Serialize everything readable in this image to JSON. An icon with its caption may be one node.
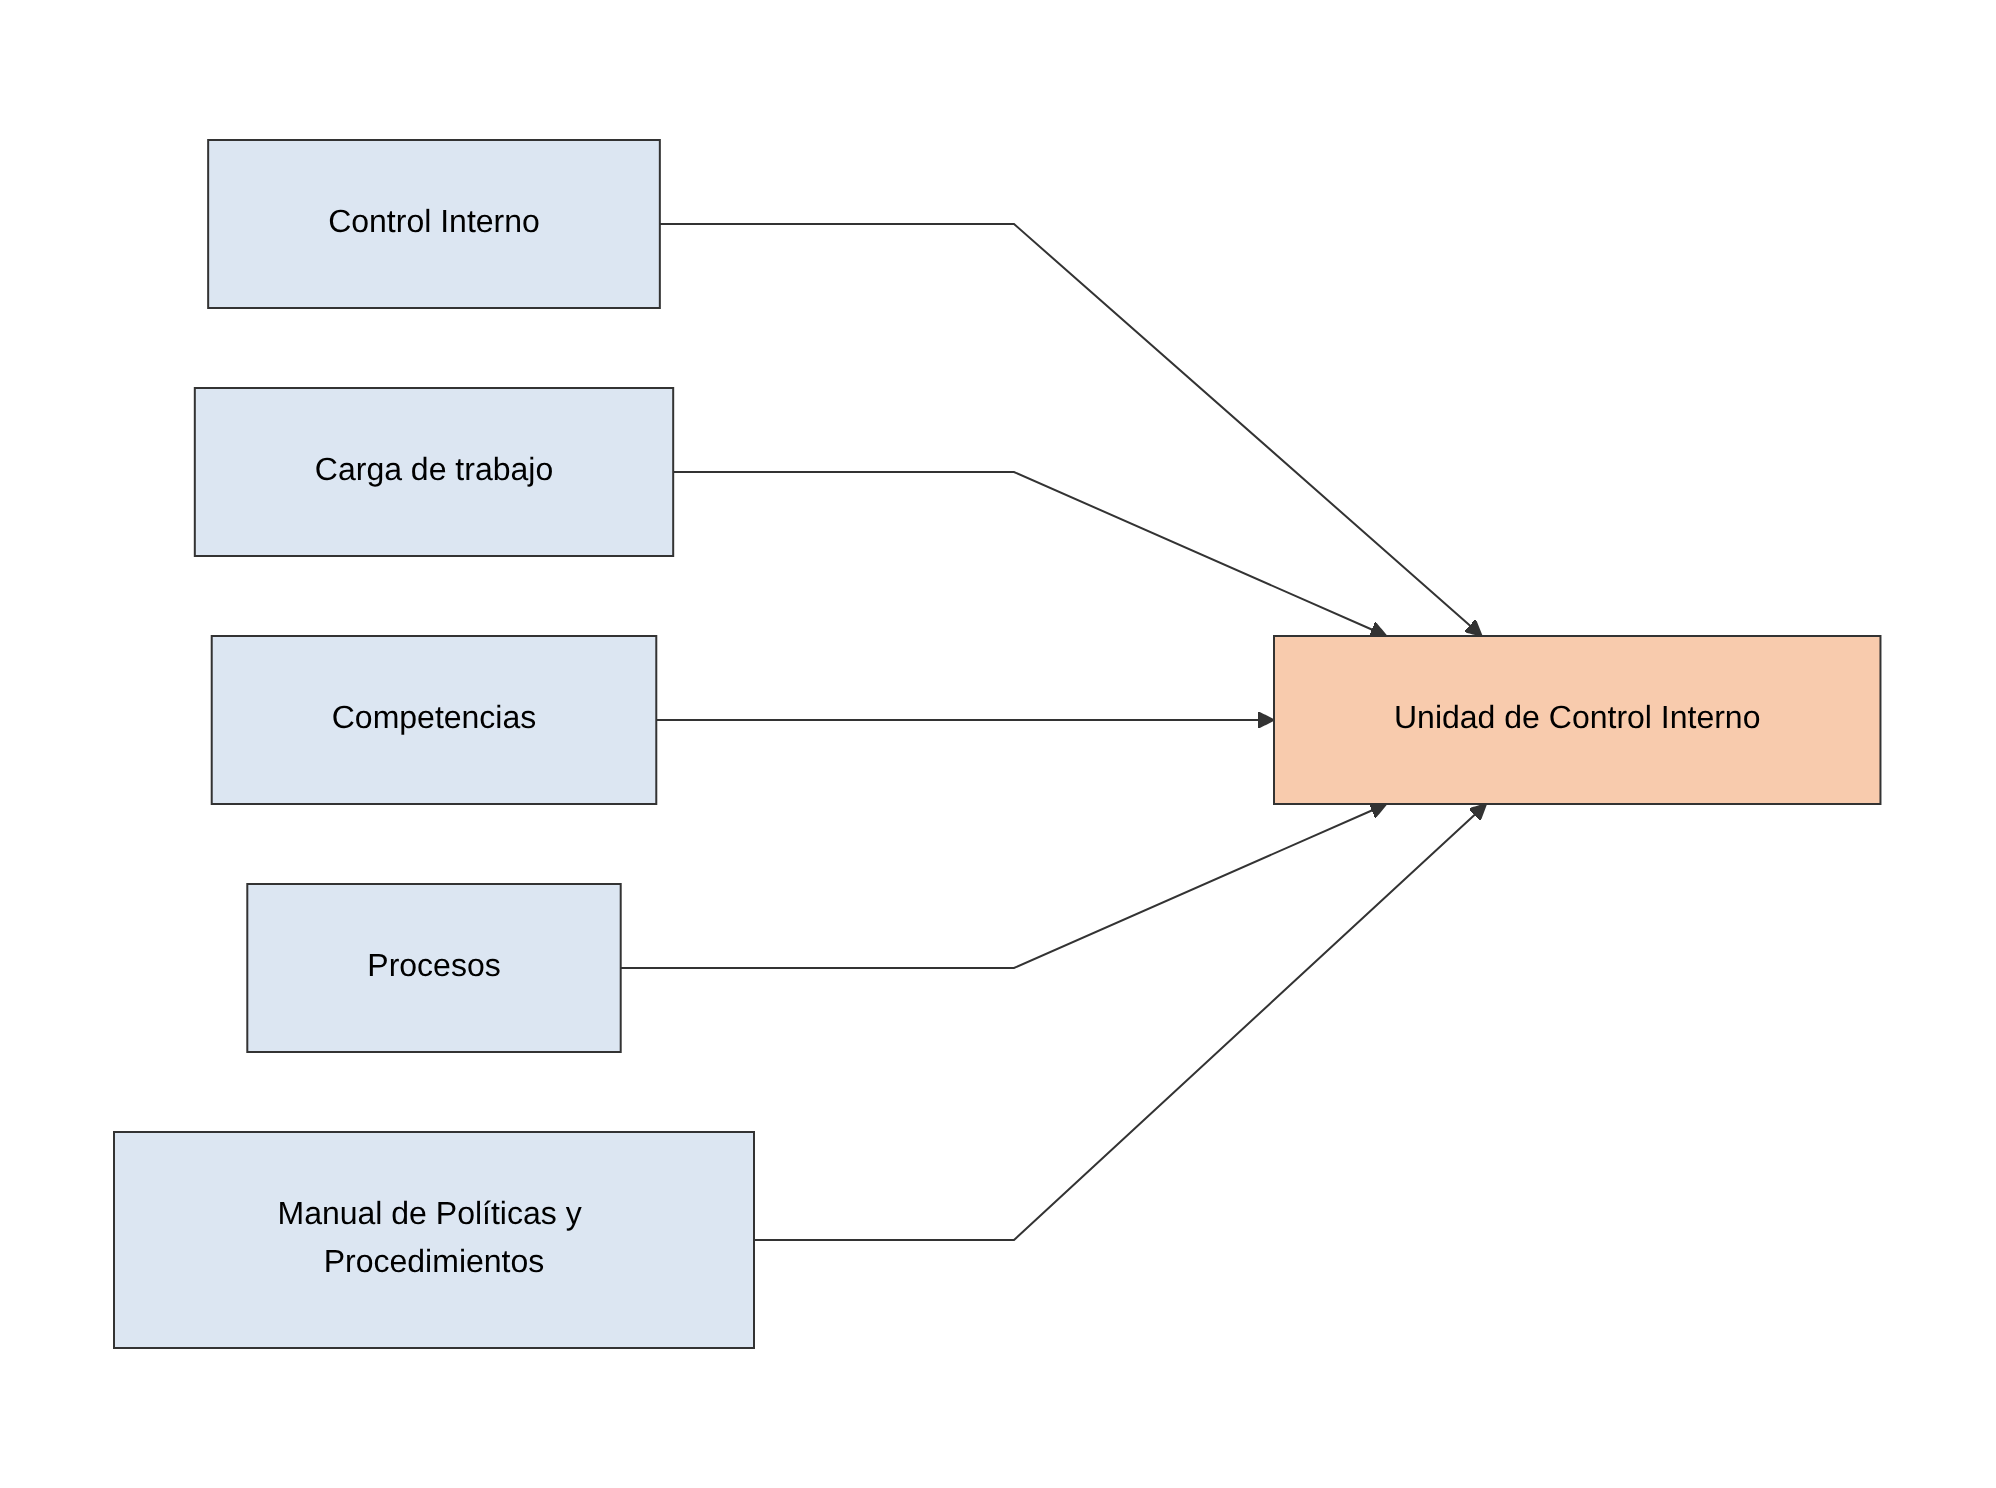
{
  "diagram": {
    "nodes": [
      {
        "text": [
          "Control Interno"
        ]
      },
      {
        "text": [
          "Carga de trabajo"
        ]
      },
      {
        "text": [
          "Competencias"
        ]
      },
      {
        "text": [
          "Procesos"
        ]
      },
      {
        "text": [
          "Manual de Políticas y Procedimientos"
        ]
      },
      {
        "text": [
          "Unidad de Control Interno"
        ]
      }
    ],
    "edges": [
      {
        "from": 0,
        "to": 5,
        "arrow": "to"
      },
      {
        "from": 1,
        "to": 5,
        "arrow": "to"
      },
      {
        "from": 2,
        "to": 5,
        "arrow": "to"
      },
      {
        "from": 3,
        "to": 5,
        "arrow": "to"
      },
      {
        "from": 4,
        "to": 5,
        "arrow": "to"
      }
    ]
  }
}
